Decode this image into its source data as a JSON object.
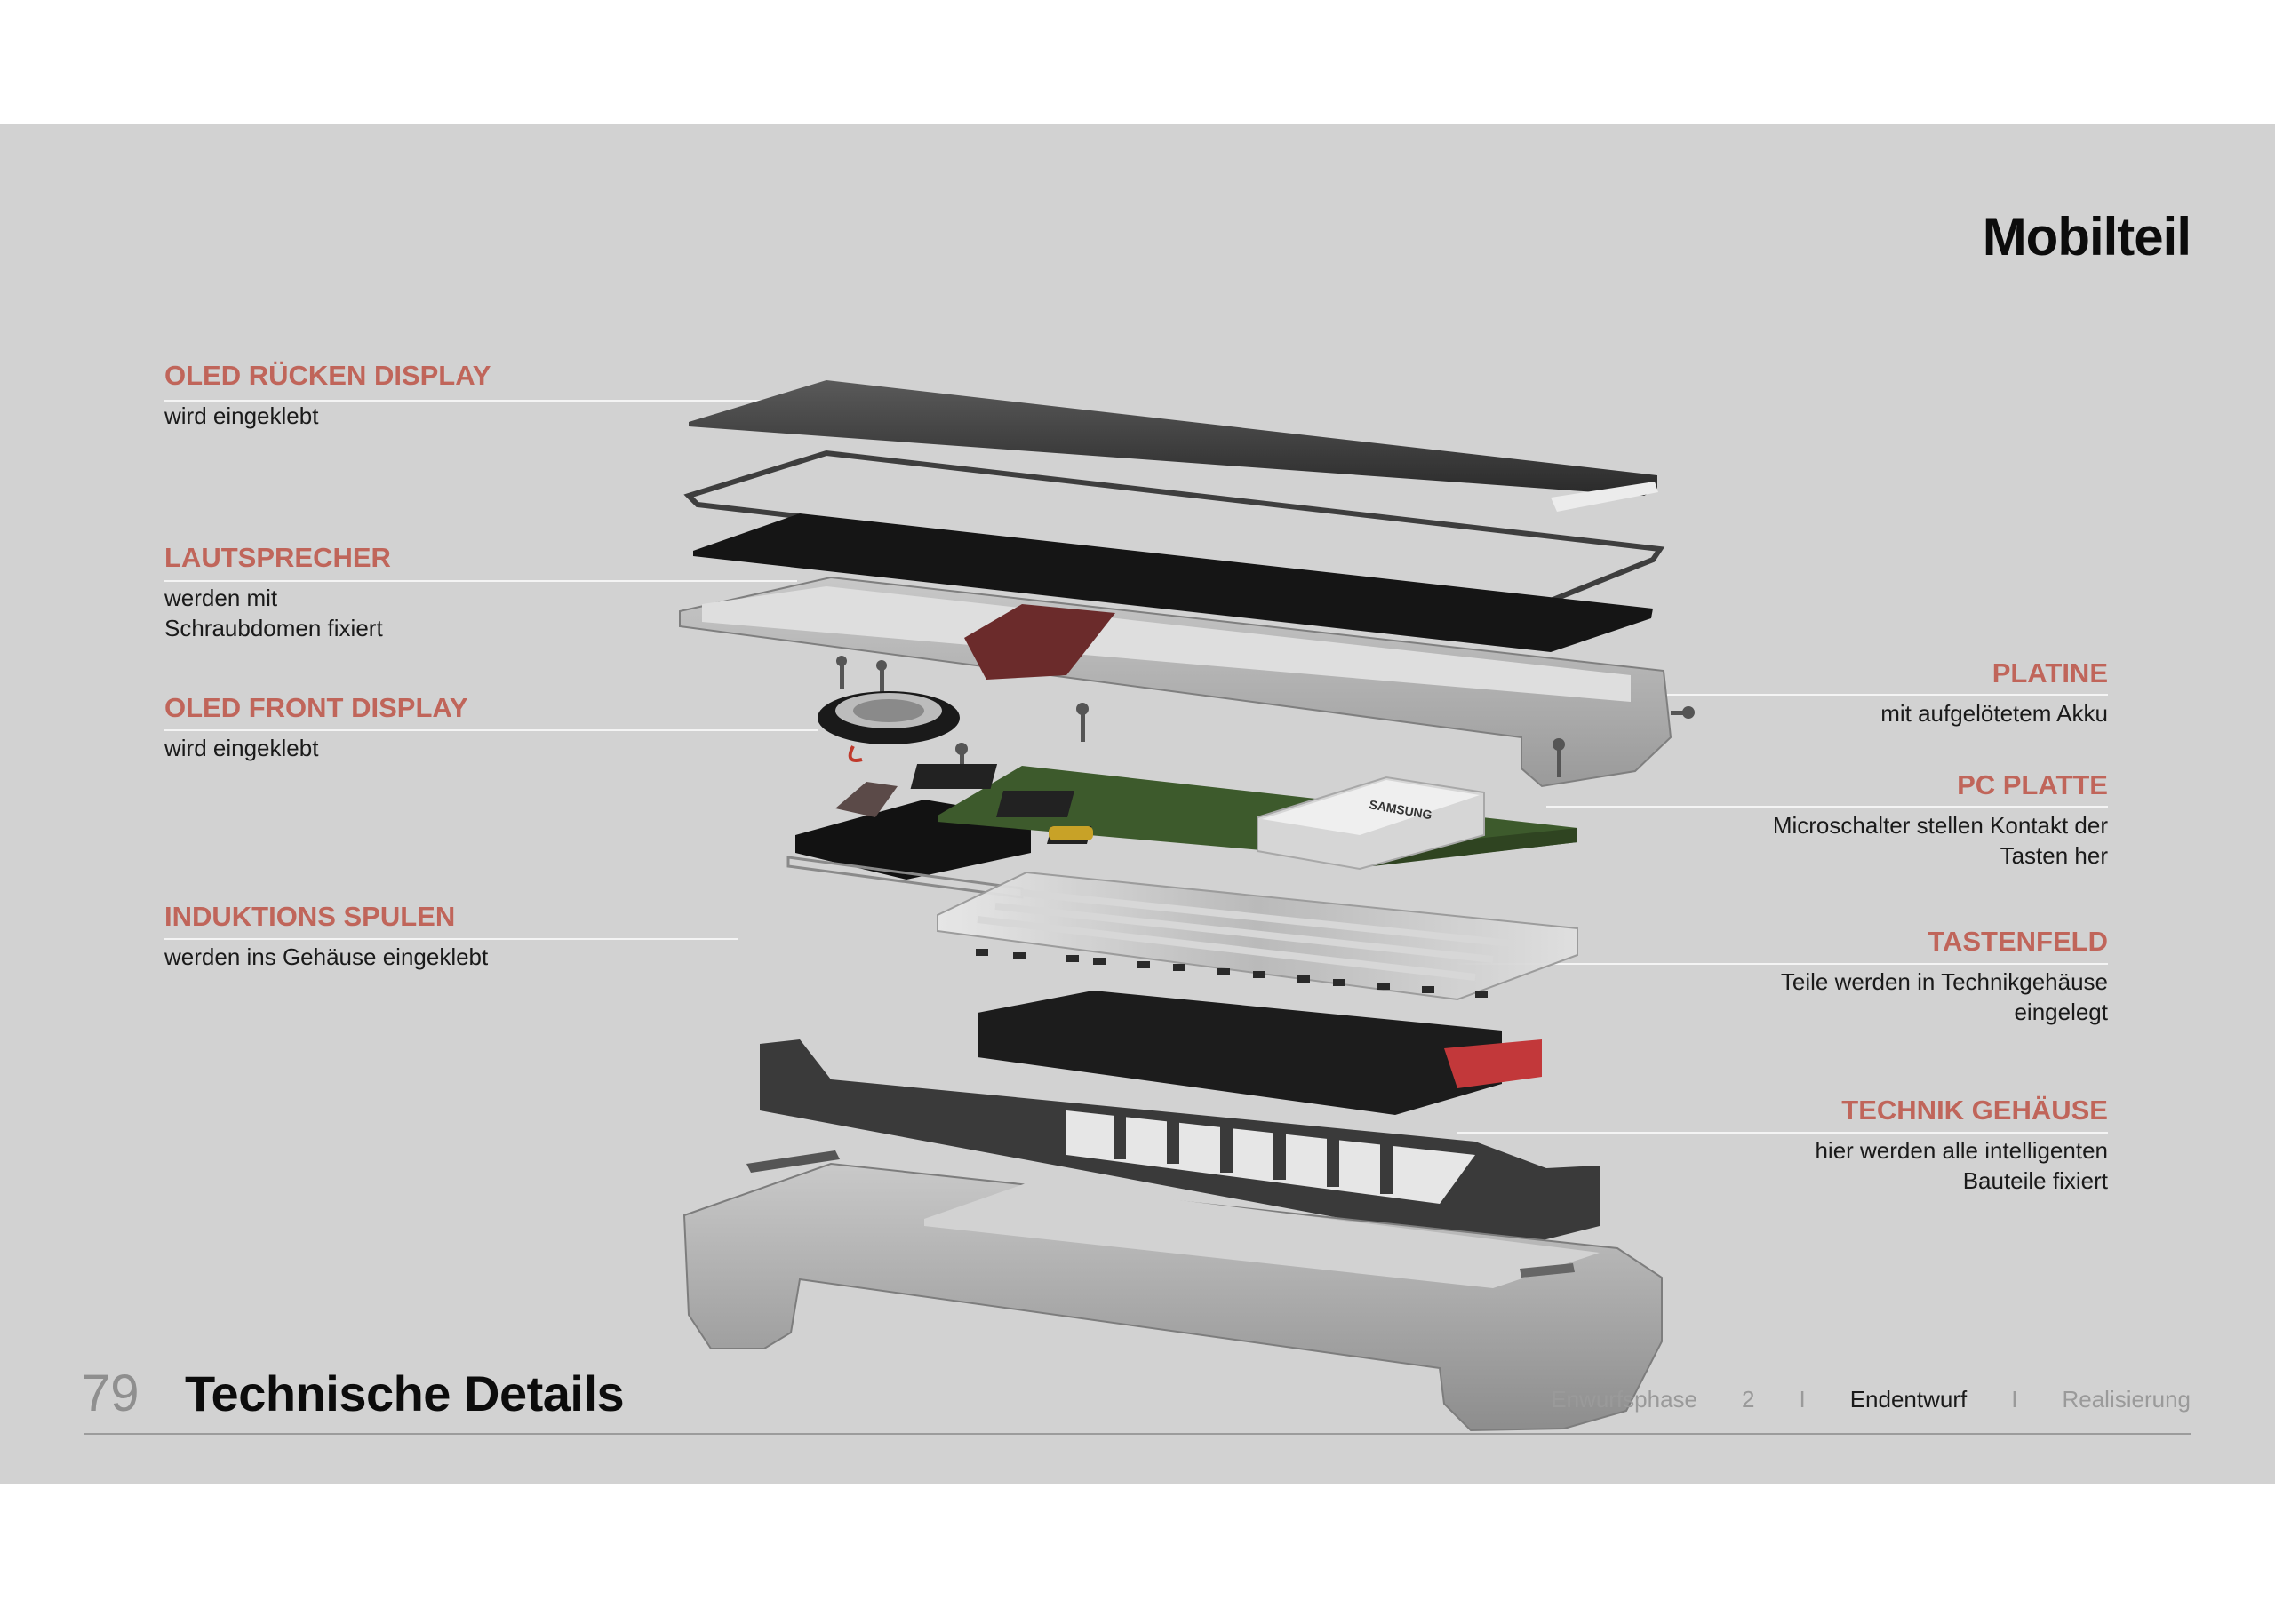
{
  "page_title": "Mobilteil",
  "labels_left": [
    {
      "title": "OLED RÜCKEN DISPLAY",
      "desc": "wird eingeklebt"
    },
    {
      "title": "LAUTSPRECHER",
      "desc": "werden mit\nSchraubdomen fixiert"
    },
    {
      "title": "OLED FRONT DISPLAY",
      "desc": "wird eingeklebt"
    },
    {
      "title": "INDUKTIONS SPULEN",
      "desc": "werden ins Gehäuse eingeklebt"
    }
  ],
  "labels_right": [
    {
      "title": "PLATINE",
      "desc": "mit aufgelötetem Akku"
    },
    {
      "title": "PC PLATTE",
      "desc": "Microschalter stellen Kontakt der\nTasten her"
    },
    {
      "title": "TASTENFELD",
      "desc": "Teile werden in Technikgehäuse\neingelegt"
    },
    {
      "title": "TECHNIK GEHÄUSE",
      "desc": "hier werden alle intelligenten\nBauteile fixiert"
    }
  ],
  "battery_brand": "SAMSUNG",
  "footer": {
    "page_number": "79",
    "section_title": "Technische Details",
    "nav": [
      "Enwurfsphase",
      "2",
      "I",
      "Endentwurf",
      "I",
      "Realisierung"
    ]
  },
  "colors": {
    "accent": "#c0655a",
    "background": "#d2d2d2",
    "text": "#0c0c0c"
  }
}
